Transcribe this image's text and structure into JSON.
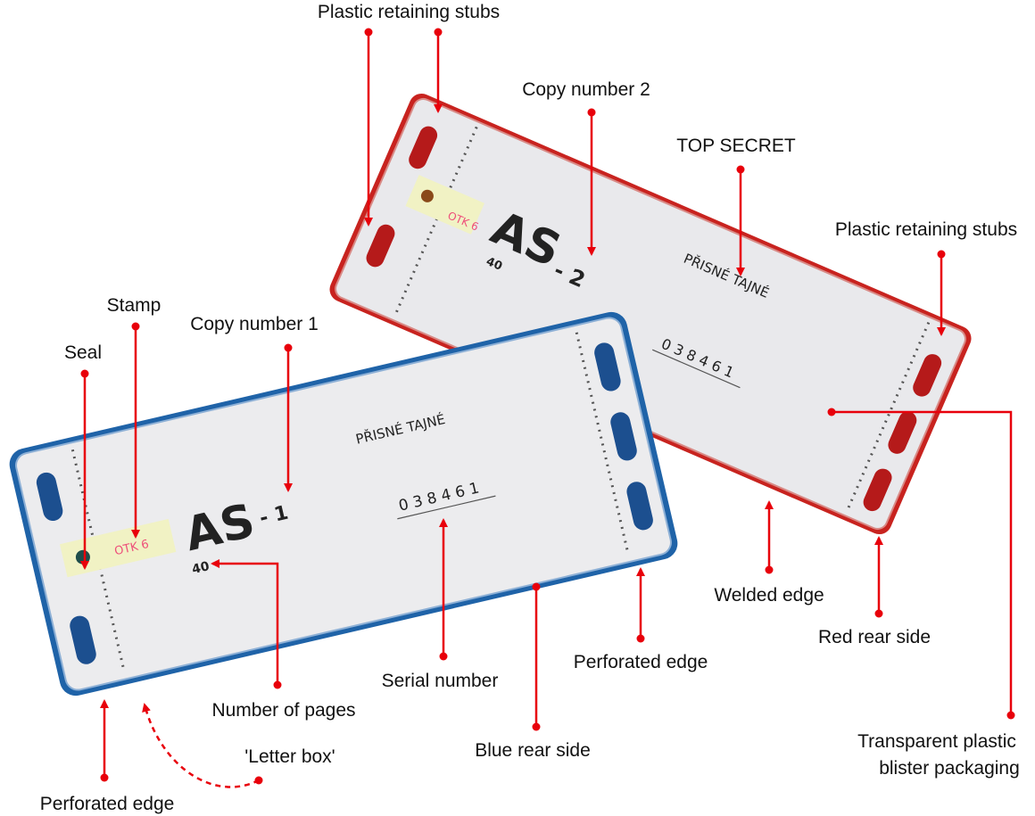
{
  "colors": {
    "annotation": "#e8000b",
    "red_card": "#c8231f",
    "blue_card": "#1f63a8",
    "card_face": "#ececee",
    "stamp_strip": "#f1f2c4",
    "stamp_ink": "#ee4f7a"
  },
  "card_red": {
    "copy": "AS",
    "copy_num": "- 2",
    "pages": "40",
    "classification": "PŘISNÉ  TAJNÉ",
    "serial": "0 3 8 4 6 1",
    "stamp": "OTK  6"
  },
  "card_blue": {
    "copy": "AS",
    "copy_num": "- 1",
    "pages": "40",
    "classification": "PŘISNÉ  TAJNÉ",
    "serial": "0 3 8 4 6 1",
    "stamp": "OTK  6"
  },
  "labels": {
    "stubs_top": "Plastic retaining stubs",
    "copy2": "Copy number 2",
    "top_secret": "TOP SECRET",
    "stubs_right": "Plastic retaining stubs",
    "stamp": "Stamp",
    "copy1": "Copy number 1",
    "seal": "Seal",
    "pages": "Number of pages",
    "serial": "Serial number",
    "perforated_mid": "Perforated edge",
    "welded": "Welded edge",
    "red_rear": "Red rear side",
    "blue_rear": "Blue rear side",
    "blister_1": "Transparent plastic",
    "blister_2": "blister packaging",
    "perforated_bottom": "Perforated edge",
    "letter_box": "'Letter box'"
  }
}
